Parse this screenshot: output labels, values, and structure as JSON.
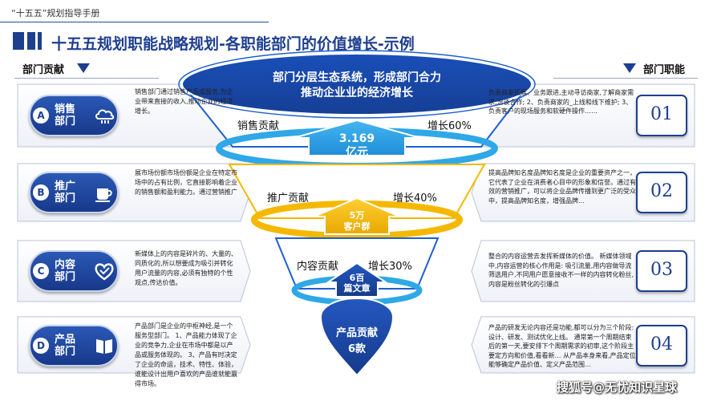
{
  "header": {
    "doc_label": "“十五五”规划指导手册",
    "title": "十五五规划职能战略规划-各职能部门的价值增长-示例"
  },
  "sections": {
    "left": "部门贡献",
    "right": "部门职能"
  },
  "funnel": {
    "top_title_line1": "部门分层生态系统，形成部门合力",
    "top_title_line2": "推动企业业的经济增长",
    "levels": [
      {
        "left_label": "销售贡献",
        "right_label": "增长60%",
        "arrow_line1": "3.169",
        "arrow_line2": "亿元"
      },
      {
        "left_label": "推广贡献",
        "right_label": "增长40%",
        "arrow_line1": "5万",
        "arrow_line2": "客户群"
      },
      {
        "left_label": "内容贡献",
        "right_label": "增长30%",
        "arrow_line1": "6百",
        "arrow_line2": "篇文章"
      }
    ],
    "bottom_line1": "产品贡献",
    "bottom_line2": "6款"
  },
  "departments": [
    {
      "letter": "A",
      "name_line1": "销售",
      "name_line2": "部门",
      "icon": "cloud-icon",
      "contribution": "销售部门通过销售产品或服务,为企业带来直接的收入,推动企业的经济增长。",
      "function": "负责商家拓展、业务跟进,主动寻访商家,了解商家需求,洽谈合作; 2、负责商家的_上线和线下维护; 3、负责客户的现场服务和软硬件操作……",
      "number": "01"
    },
    {
      "letter": "B",
      "name_line1": "推广",
      "name_line2": "部门",
      "icon": "cup-icon",
      "contribution": "展市场份额市场份额是企业在特定市场中的占有比例，它直接影响着企业的销售额和盈利能力。通过营销推广",
      "function": "提高品牌知名度品牌知名度是企业的重要资产之一，它代表了企业在消费者心目中的形象和信誉。通过有效的营销推广，可以将企业品牌传播到更广泛的受众中，提高品牌知名度，增强品牌...",
      "number": "02"
    },
    {
      "letter": "C",
      "name_line1": "内容",
      "name_line2": "部门",
      "icon": "heart-icon",
      "contribution": "新媒体上的内容是碎片的、大量的、同质化的,所以想要成为吸引并转化用户流量的内容,必须有独特的个性观点,传达价值。",
      "function": "整合的内容运营去发挥新媒体的价值。 新媒体领域中,内容运营的核心作用是: 吸引流量,用内容做导流筛选用户,不同用户愿意接收不一样的内容转化粉丝,内容是粉丝转化的引爆点",
      "number": "03"
    },
    {
      "letter": "D",
      "name_line1": "产品",
      "name_line2": "部门",
      "icon": "book-icon",
      "contribution": "产品部门是企业的中枢神经,是一个服务型部门。 1、产品能力体现了企业的竞争力,企业在市场中都是以产品或服务体现的。 3、产品有时决定了企业的命运，技术、特性、体验，谁能设计出用户喜欢的产品谁就能赢得市场。",
      "function": "产品的研发无论内容还是功能,都可以分为三个阶段:设计、研发、测试优化上线。 通常第一个周期结束后的第一天,要安排下个周期需求的初审,这个阶段主要定方向和价值,看看新… 从产品本身来看,产品定位能够确定产品价值、定义产品范围…",
      "number": "04"
    }
  ],
  "watermark": "搜狐号@无忧知识星球",
  "colors": {
    "navy": "#1e3f8f",
    "funnel_blue": "#1f5fd0",
    "funnel_gold": "#f5b800",
    "funnel_light": "#2fa8e8"
  }
}
